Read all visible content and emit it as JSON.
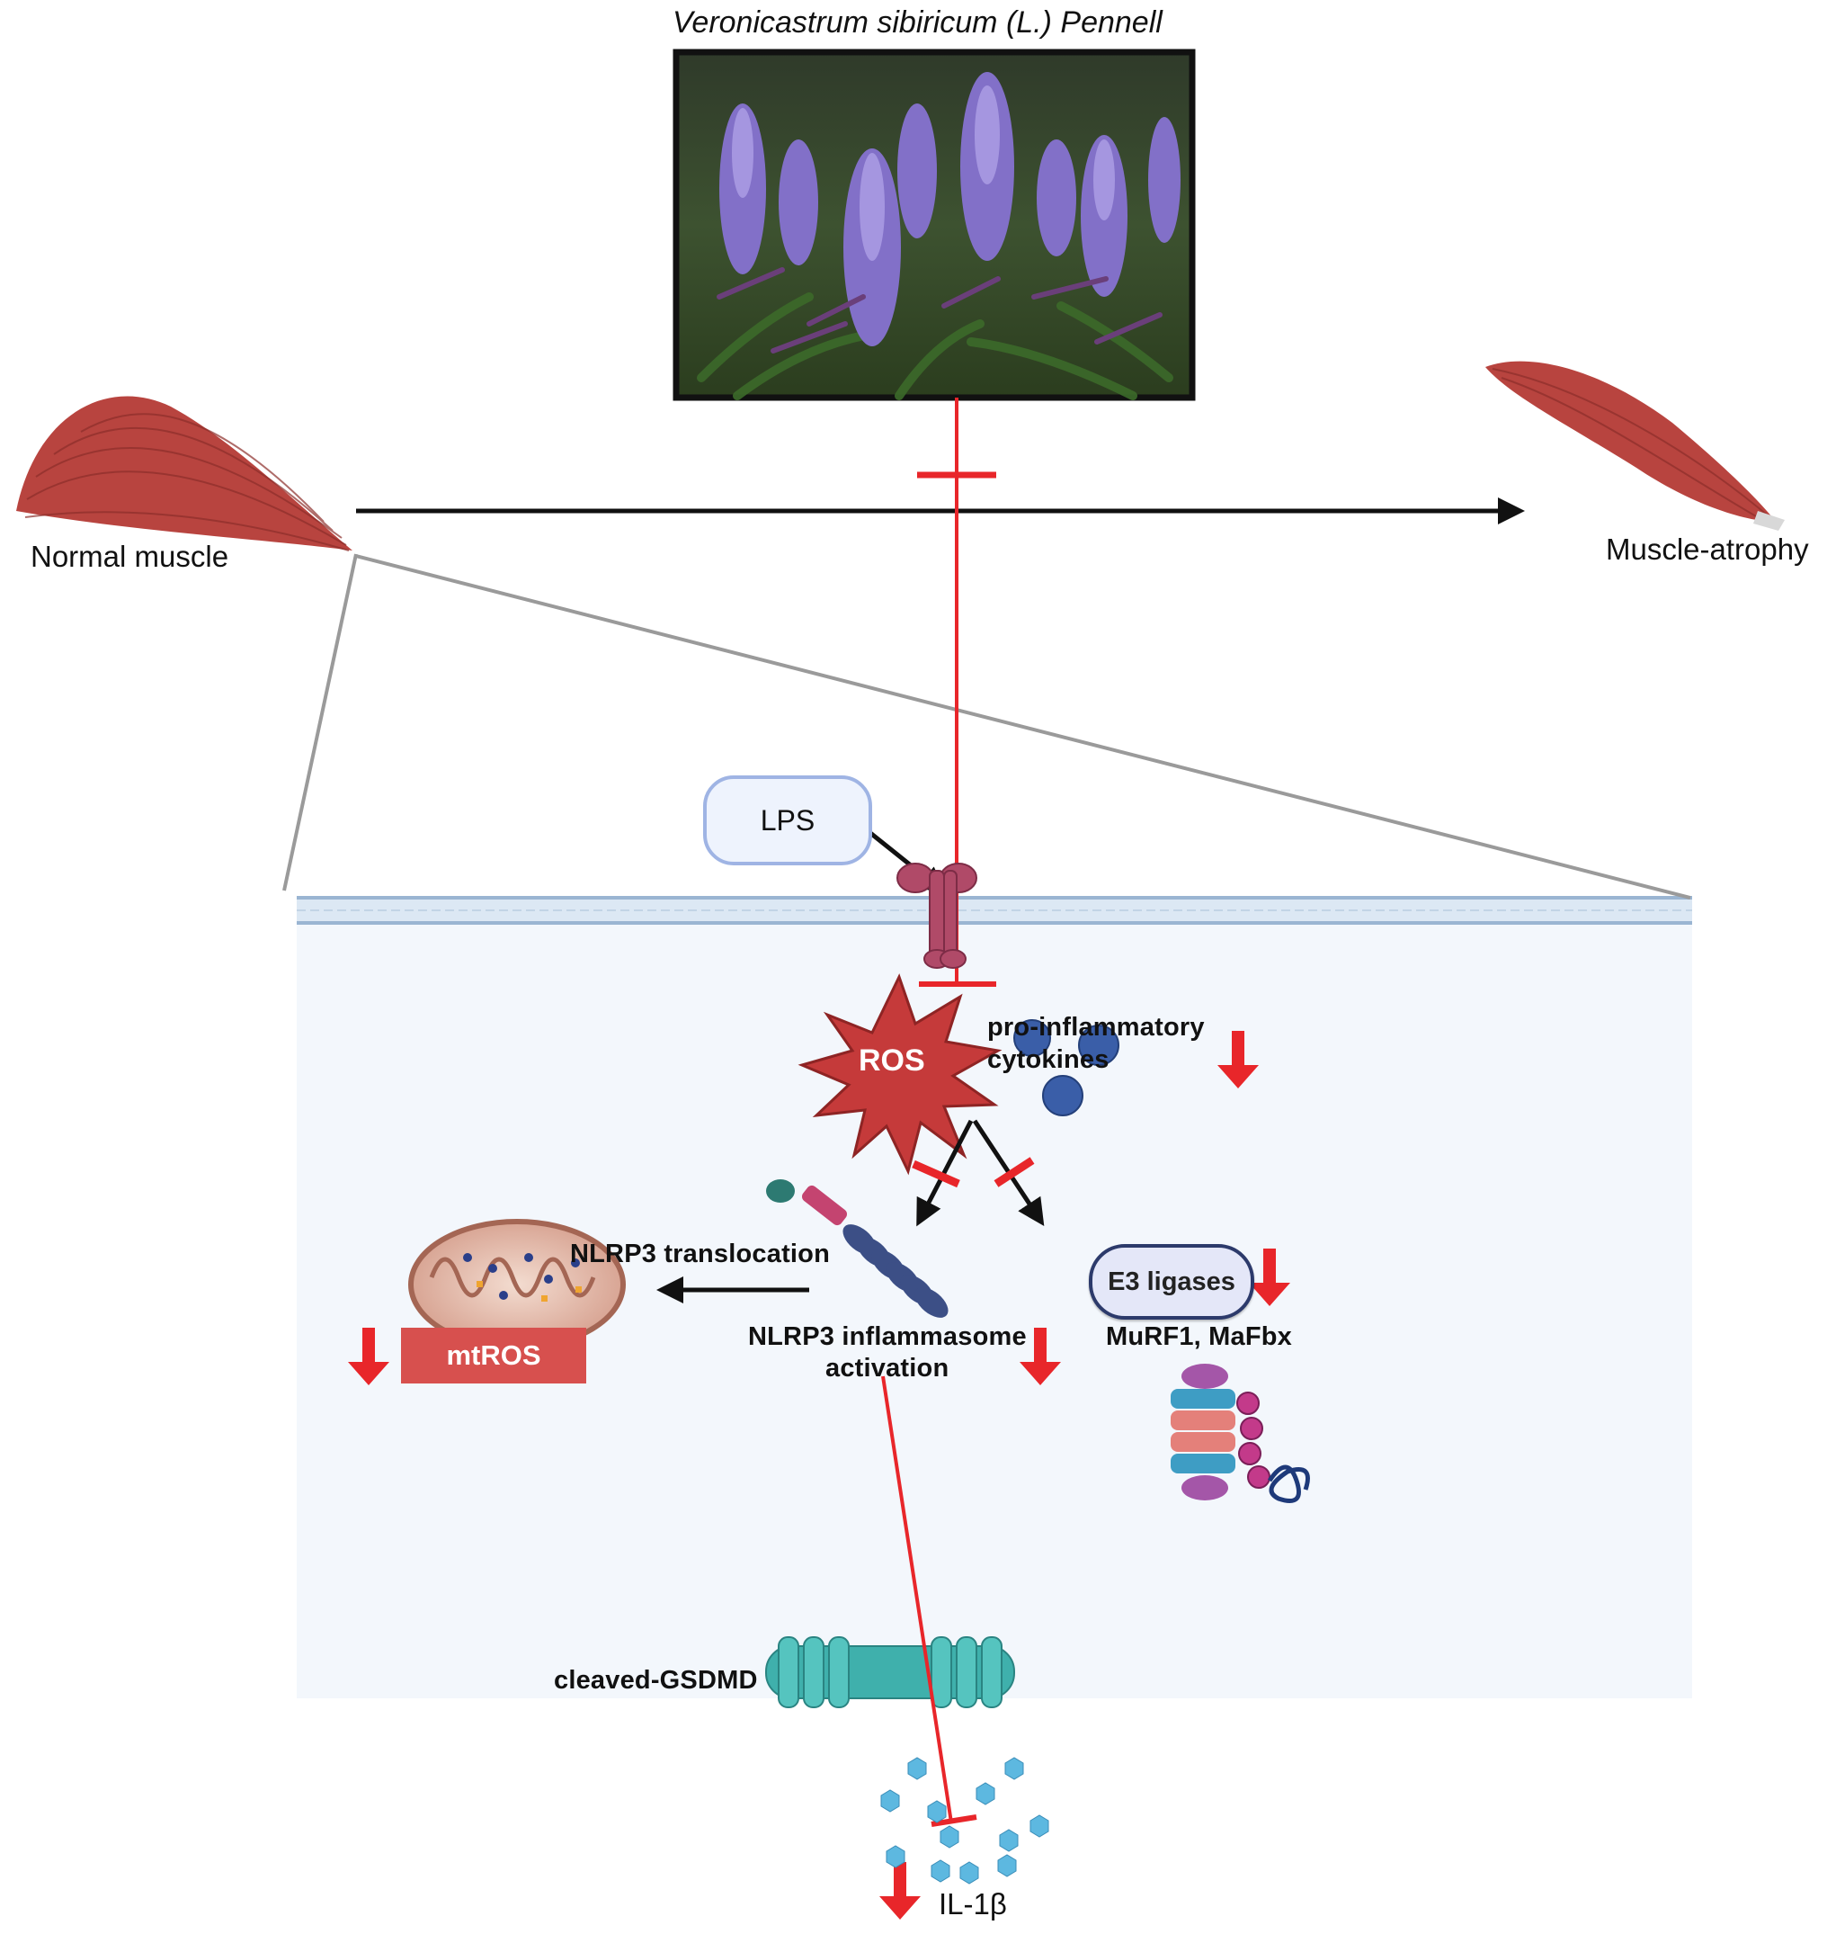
{
  "title": "Veronicastrum sibiricum (L.) Pennell",
  "labels": {
    "normal_muscle": "Normal muscle",
    "muscle_atrophy": "Muscle-atrophy",
    "lps": "LPS",
    "ros": "ROS",
    "cytokines_line1": "pro-inflammatory",
    "cytokines_line2": "cytokines",
    "nlrp3_translocation": "NLRP3 translocation",
    "nlrp3_activation_line1": "NLRP3 inflammasome",
    "nlrp3_activation_line2": "activation",
    "mtros": "mtROS",
    "e3_ligases": "E3 ligases",
    "murf": "MuRF1, MaFbx",
    "gsdmd": "cleaved-GSDMD",
    "il1b": "IL-1β"
  },
  "colors": {
    "inhibition": "#e8262a",
    "muscle": "#b5403c",
    "cell_bg": "#f3f7fc",
    "membrane": "#b9cde3",
    "gsdmd": "#40b3b3",
    "cytokine": "#3a5ea8",
    "il1b_particle": "#5db8e0"
  }
}
